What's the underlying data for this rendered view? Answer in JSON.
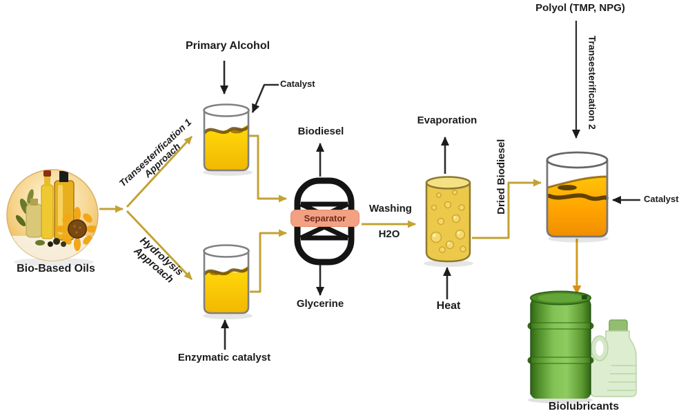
{
  "title": "Biolubricants production from bio-based oils - process flow diagram",
  "labels": {
    "bio_based_oils": "Bio-Based Oils",
    "trans1_line1": "Transesterification 1",
    "trans1_line2": "Approach",
    "hydrolysis_line1": "Hydrolysis",
    "hydrolysis_line2": "Approach",
    "primary_alcohol": "Primary Alcohol",
    "catalyst_reactor1": "Catalyst",
    "enzymatic_catalyst": "Enzymatic catalyst",
    "separator": "Separator",
    "biodiesel": "Biodiesel",
    "glycerine": "Glycerine",
    "washing_line1": "Washing",
    "washing_line2": "H2O",
    "evaporation": "Evaporation",
    "heat": "Heat",
    "dried_biodiesel": "Dried Biodiesel",
    "polyol": "Polyol (TMP, NPG)",
    "trans2": "Transesterification 2",
    "catalyst_reactor3": "Catalyst",
    "biolubricants": "Biolubricants"
  },
  "colors": {
    "flow_arrow_yellow": "#c2a233",
    "flow_arrow_black": "#1b1b1b",
    "separator_band": "#f2a183",
    "separator_text": "#6e2a1c",
    "liquid_yellow": "#ffd400",
    "liquid_amber": "#ffa800",
    "wash_vessel_yellow": "#ecc94b",
    "barrel_green": "#5e9c33",
    "jug_green": "#d8eacc",
    "label_text": "#1b1b1b"
  }
}
